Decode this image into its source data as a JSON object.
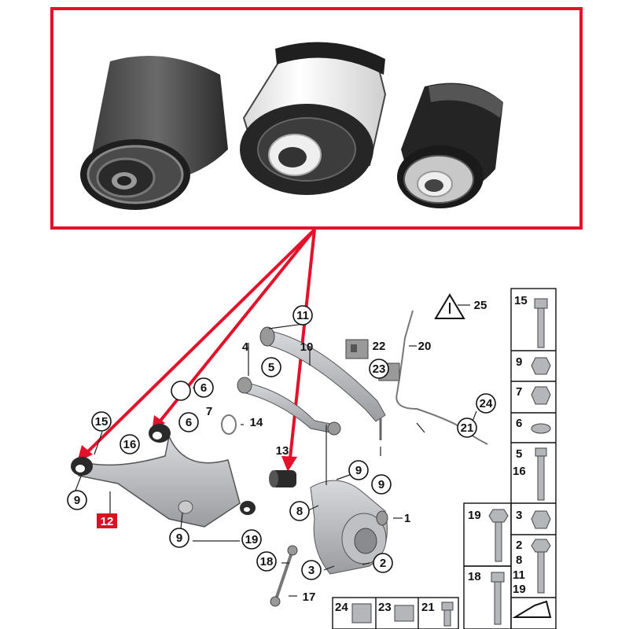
{
  "colors": {
    "highlight_red": "#e3122a",
    "badge_red": "#d8121e",
    "part_gray": "#b9babd",
    "bushing_black": "#2b2b2b",
    "bushing_white": "#f2f2f2"
  },
  "top_panel": {
    "bushing_left_icon": "rubber-metal-bushing-icon",
    "bushing_middle_icon": "hydro-bushing-icon",
    "bushing_right_icon": "ball-joint-bushing-icon"
  },
  "callouts": {
    "n1": "1",
    "n2": "2",
    "n3": "3",
    "n4": "4",
    "n5": "5",
    "n6a": "6",
    "n6b": "6",
    "n7": "7",
    "n8": "8",
    "n9a": "9",
    "n9b": "9",
    "n9c": "9",
    "n9d": "9",
    "n10": "10",
    "n11": "11",
    "n12": "12",
    "n13": "13",
    "n14": "14",
    "n15": "15",
    "n16": "16",
    "n17": "17",
    "n18": "18",
    "n19": "19",
    "n20": "20",
    "n21": "21",
    "n22": "22",
    "n23": "23",
    "n24": "24",
    "n25": "25"
  },
  "hardware_table": {
    "r1": "15",
    "r2": "9",
    "r3": "7",
    "r4": "6",
    "r5a": "5",
    "r5b": "16",
    "r6a": "19",
    "r6b": "3",
    "r7a": "2",
    "r7b": "8",
    "r7c": "11",
    "r7d": "19",
    "r8a": "18",
    "r9a": "24",
    "r9b": "23",
    "r9c": "21"
  }
}
